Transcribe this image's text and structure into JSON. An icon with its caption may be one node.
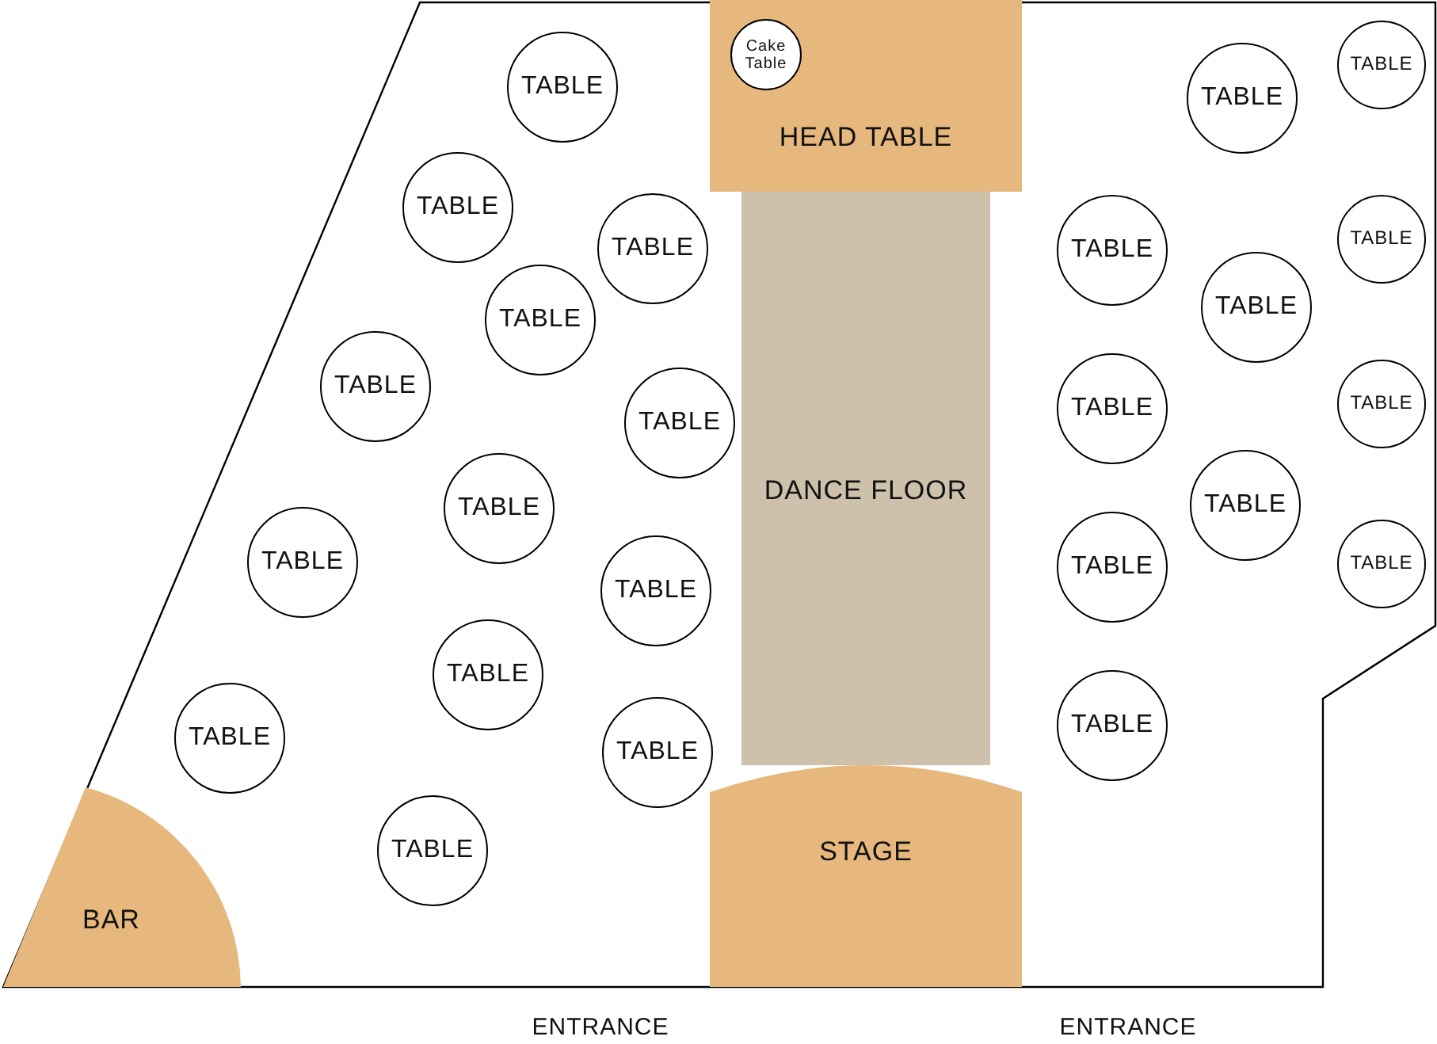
{
  "diagram": {
    "nodes": [
      {
        "text": [
          "HEAD TABLE"
        ]
      },
      {
        "text": [
          "Cake Table"
        ],
        "in": 0
      },
      {
        "text": [
          "TABLE"
        ]
      },
      {
        "text": [
          "TABLE"
        ]
      },
      {
        "text": [
          "TABLE"
        ]
      },
      {
        "text": [
          "TABLE"
        ]
      },
      {
        "text": [
          "TABLE"
        ]
      },
      {
        "text": [
          "TABLE"
        ]
      },
      {
        "text": [
          "TABLE"
        ]
      },
      {
        "text": [
          "TABLE"
        ]
      },
      {
        "text": [
          "TABLE"
        ]
      },
      {
        "text": [
          "TABLE"
        ]
      },
      {
        "text": [
          "TABLE"
        ]
      },
      {
        "text": [
          "TABLE"
        ]
      },
      {
        "text": [
          "TABLE"
        ]
      },
      {
        "text": [
          "TABLE"
        ]
      },
      {
        "text": [
          "TABLE"
        ]
      },
      {
        "text": [
          "TABLE"
        ]
      },
      {
        "text": [
          "TABLE"
        ]
      },
      {
        "text": [
          "TABLE"
        ]
      },
      {
        "text": [
          "TABLE"
        ]
      },
      {
        "text": [
          "TABLE"
        ]
      },
      {
        "text": [
          "TABLE"
        ]
      },
      {
        "text": [
          "TABLE"
        ]
      },
      {
        "text": [
          "TABLE"
        ]
      },
      {
        "text": [
          "TABLE"
        ]
      },
      {
        "text": [
          "DANCE FLOOR"
        ]
      },
      {
        "text": [
          "STAGE"
        ]
      },
      {
        "text": [
          "BAR"
        ]
      }
    ],
    "labels": [
      "ENTRANCE",
      "ENTRANCE"
    ]
  }
}
